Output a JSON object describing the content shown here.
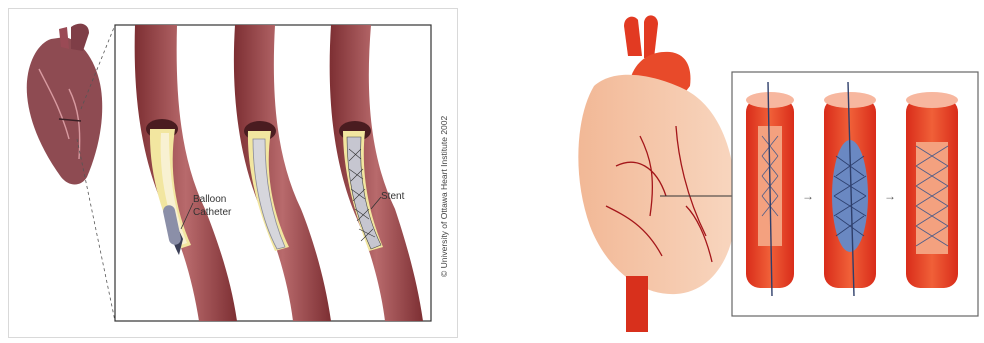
{
  "left_figure": {
    "labels": {
      "balloon_line1": "Balloon",
      "balloon_line2": "Catheter",
      "stent": "Stent"
    },
    "copyright": "© University of Ottawa Heart Institute 2002"
  },
  "colors": {
    "artery_wall": "#b05a5a",
    "plaque": "#f2e6a0",
    "lumen": "#f8f1d2",
    "heart_left": "#8f4a4f",
    "heart_right": "#f6c6a6",
    "vessel_right": "#e13a1e",
    "balloon_blue": "#6a88c2"
  }
}
